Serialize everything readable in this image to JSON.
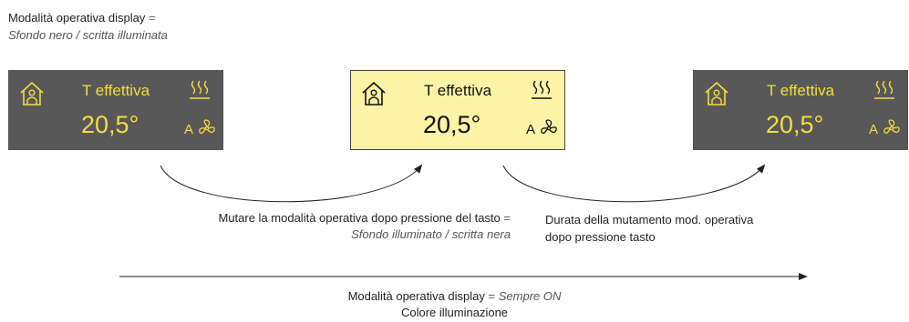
{
  "header": {
    "title": "Modalità operativa display",
    "title_eq": "=",
    "subtitle": "Sfondo nero / scritta illuminata"
  },
  "panels": [
    {
      "style": "dark",
      "label": "T effettiva",
      "value": "20,5°",
      "fan_prefix": "A",
      "home_icon": "home-icon",
      "heat_icon": "heating-icon",
      "fan_icon": "fan-icon"
    },
    {
      "style": "light",
      "label": "T effettiva",
      "value": "20,5°",
      "fan_prefix": "A",
      "home_icon": "home-icon",
      "heat_icon": "heating-icon",
      "fan_icon": "fan-icon"
    },
    {
      "style": "dark",
      "label": "T effettiva",
      "value": "20,5°",
      "fan_prefix": "A",
      "home_icon": "home-icon",
      "heat_icon": "heating-icon",
      "fan_icon": "fan-icon"
    }
  ],
  "captions": {
    "press_change": "Mutare la modalità operativa dopo pressione del tasto",
    "press_change_eq": "=",
    "press_change_sub": "Sfondo illuminato / scritta nera",
    "duration_line1": "Durata della mutamento mod. operativa",
    "duration_line2": "dopo pressione tasto",
    "bottom_main": "Modalità operativa display",
    "bottom_eq": "=",
    "bottom_italic": "Sempre ON",
    "bottom_line2": "Colore illuminazione"
  },
  "colors": {
    "dark_bg": "#585858",
    "light_bg": "#fdf3a6",
    "dark_text": "#f3dd3f",
    "light_text": "#111111"
  }
}
